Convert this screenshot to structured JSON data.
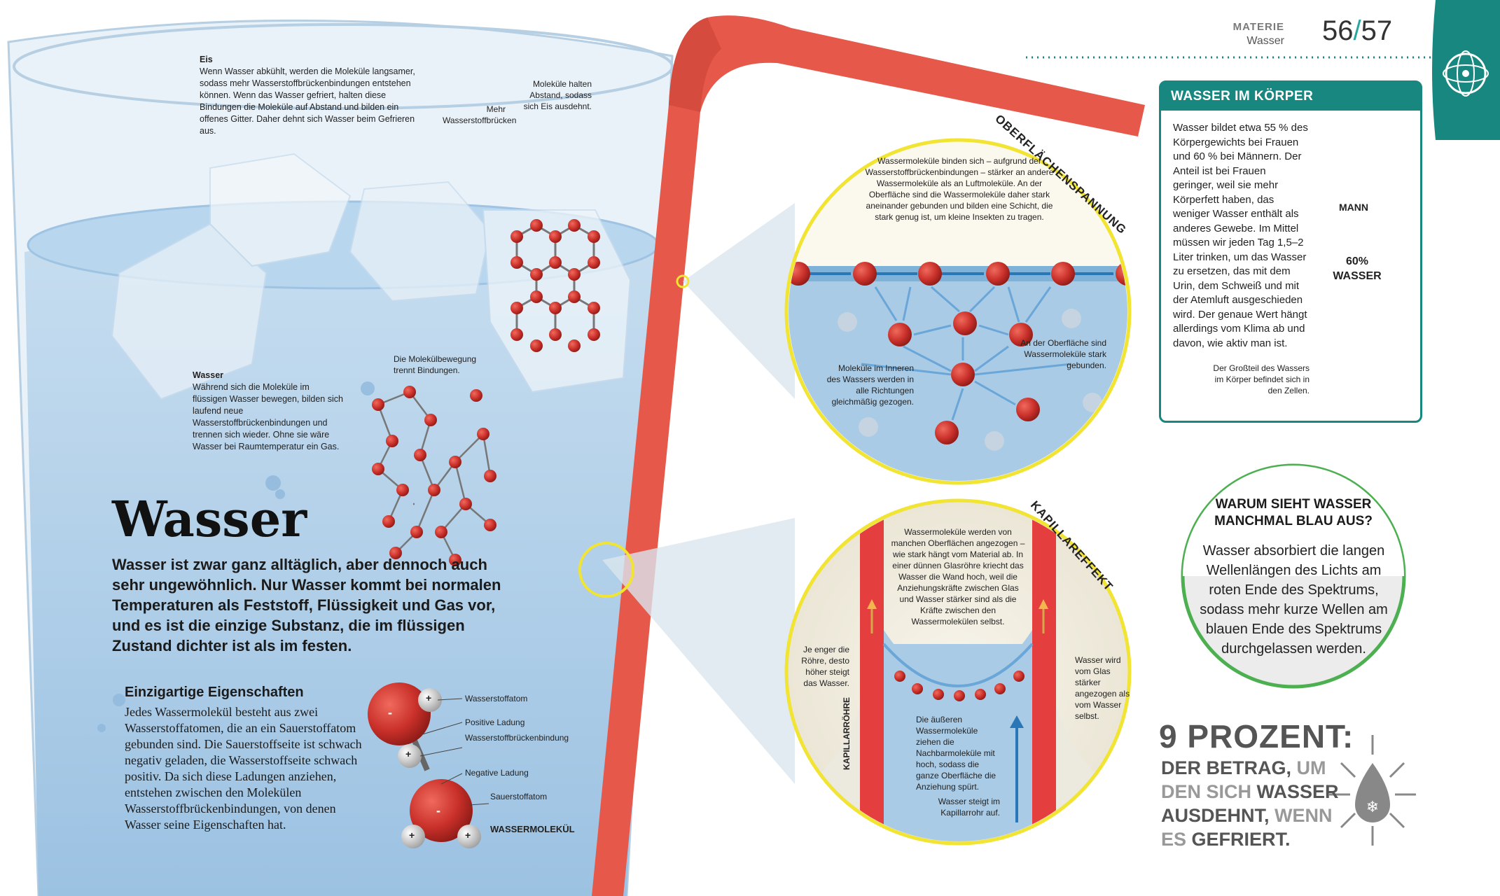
{
  "header": {
    "section": "MATERIE",
    "subsection": "Wasser",
    "page_left": "56",
    "page_separator": "/",
    "page_right": "57"
  },
  "ice": {
    "heading": "Eis",
    "text": "Wenn Wasser abkühlt, werden die Moleküle langsamer, sodass mehr Wasserstoffbrückenbindungen entstehen können. Wenn das Wasser gefriert, halten diese Bindungen die Moleküle auf Abstand und bilden ein offenes Gitter. Daher dehnt sich Wasser beim Gefrieren aus.",
    "label_bridges": "Mehr Wasserstoffbrücken",
    "label_distance": "Moleküle halten Abstand, sodass sich Eis ausdehnt."
  },
  "liquid": {
    "heading": "Wasser",
    "text": "Während sich die Moleküle im flüssigen Wasser bewegen, bilden sich laufend neue Wasserstoffbrückenbindungen und trennen sich wieder. Ohne sie wäre Wasser bei Raumtemperatur ein Gas.",
    "label_motion": "Die Molekülbewegung trennt Bindungen."
  },
  "main": {
    "title": "Wasser",
    "lead": "Wasser ist zwar ganz alltäglich, aber dennoch auch sehr ungewöhnlich. Nur Wasser kommt bei normalen Temperaturen als Feststoff, Flüssigkeit und Gas vor, und es ist die einzige Substanz, die im flüssigen Zustand dichter ist als im festen.",
    "unique_title": "Einzigartige Eigenschaften",
    "unique_text": "Jedes Wassermolekül besteht aus zwei Wasserstoffatomen, die an ein Sauerstoffatom gebunden sind. Die Sauerstoffseite ist schwach negativ geladen, die Wasserstoffseite schwach positiv. Da sich diese Ladungen anziehen, entstehen zwischen den Molekülen Wasserstoffbrückenbindungen, von denen Wasser seine Eigenschaften hat."
  },
  "molecule": {
    "label_hydrogen": "Wasserstoffatom",
    "label_positive": "Positive Ladung",
    "label_bond": "Wasserstoffbrückenbindung",
    "label_negative": "Negative Ladung",
    "label_oxygen": "Sauerstoffatom",
    "caption": "WASSERMOLEKÜL",
    "plus": "+",
    "minus": "-"
  },
  "surface": {
    "title": "OBERFLÄCHENSPANNUNG",
    "text": "Wassermoleküle binden sich – aufgrund der Wasserstoffbrückenbindungen – stärker an andere Wassermoleküle als an Luftmoleküle. An der Oberfläche sind die Wassermoleküle daher stark aneinander gebunden und bilden eine Schicht, die stark genug ist, um kleine Insekten zu tragen.",
    "label_inner": "Moleküle im Inneren des Wassers werden in alle Richtungen gleichmäßig gezogen.",
    "label_surface": "An der Oberfläche sind Wassermoleküle stark gebunden."
  },
  "capillary": {
    "title": "KAPILLAREFFEKT",
    "text": "Wassermoleküle werden von manchen Oberflächen angezogen – wie stark hängt vom Material ab. In einer dünnen Glasröhre kriecht das Wasser die Wand hoch, weil die Anziehungskräfte zwischen Glas und Wasser stärker sind als die Kräfte zwischen den Wassermolekülen selbst.",
    "label_narrow": "Je enger die Röhre, desto höher steigt das Wasser.",
    "label_glass": "Wasser wird vom Glas stärker angezogen als vom Wasser selbst.",
    "label_outer": "Die äußeren Wassermoleküle ziehen die Nachbarmoleküle mit hoch, sodass die ganze Oberfläche die Anziehung spürt.",
    "label_rise": "Wasser steigt im Kapillarrohr auf.",
    "tube_label": "KAPILLARRÖHRE"
  },
  "body": {
    "title": "WASSER IM KÖRPER",
    "text": "Wasser bildet etwa 55 % des Körpergewichts bei Frauen und 60 % bei Männern. Der Anteil ist bei Frauen geringer, weil sie mehr Körperfett haben, das weniger Wasser enthält als anderes Gewebe. Im Mittel müssen wir jeden Tag 1,5–2 Liter trinken, um das Wasser zu ersetzen, das mit dem Urin, dem Schweiß und mit der Atemluft ausgeschieden wird. Der genaue Wert hängt allerdings vom Klima ab und davon, wie aktiv man ist.",
    "figure_label": "MANN",
    "percent": "60%",
    "percent_label": "WASSER",
    "cells_note": "Der Großteil des Wassers im Körper befindet sich in den Zellen."
  },
  "question": {
    "title": "WARUM SIEHT WASSER MANCHMAL BLAU AUS?",
    "text": "Wasser absorbiert die langen Wellenlängen des Lichts am roten Ende des Spektrums, sodass mehr kurze Wellen am blauen Ende des Spektrums durchgelassen werden."
  },
  "fact": {
    "big": "9 PROZENT:",
    "w1": "DER BETRAG,",
    "w2": " UM",
    "w3": "DEN SICH",
    "w4": " WASSER",
    "w5": "AUSDEHNT,",
    "w6": " WENN",
    "w7": "ES",
    "w8": " GEFRIERT."
  },
  "colors": {
    "teal": "#17877f",
    "straw": "#e6584a",
    "yellow": "#f1e432",
    "water": "#a9cbe6",
    "green_ring": "#4caf50"
  },
  "icons": [
    "microscope-atom-icon",
    "ice-drop-icon",
    "expand-arrows-icon"
  ]
}
